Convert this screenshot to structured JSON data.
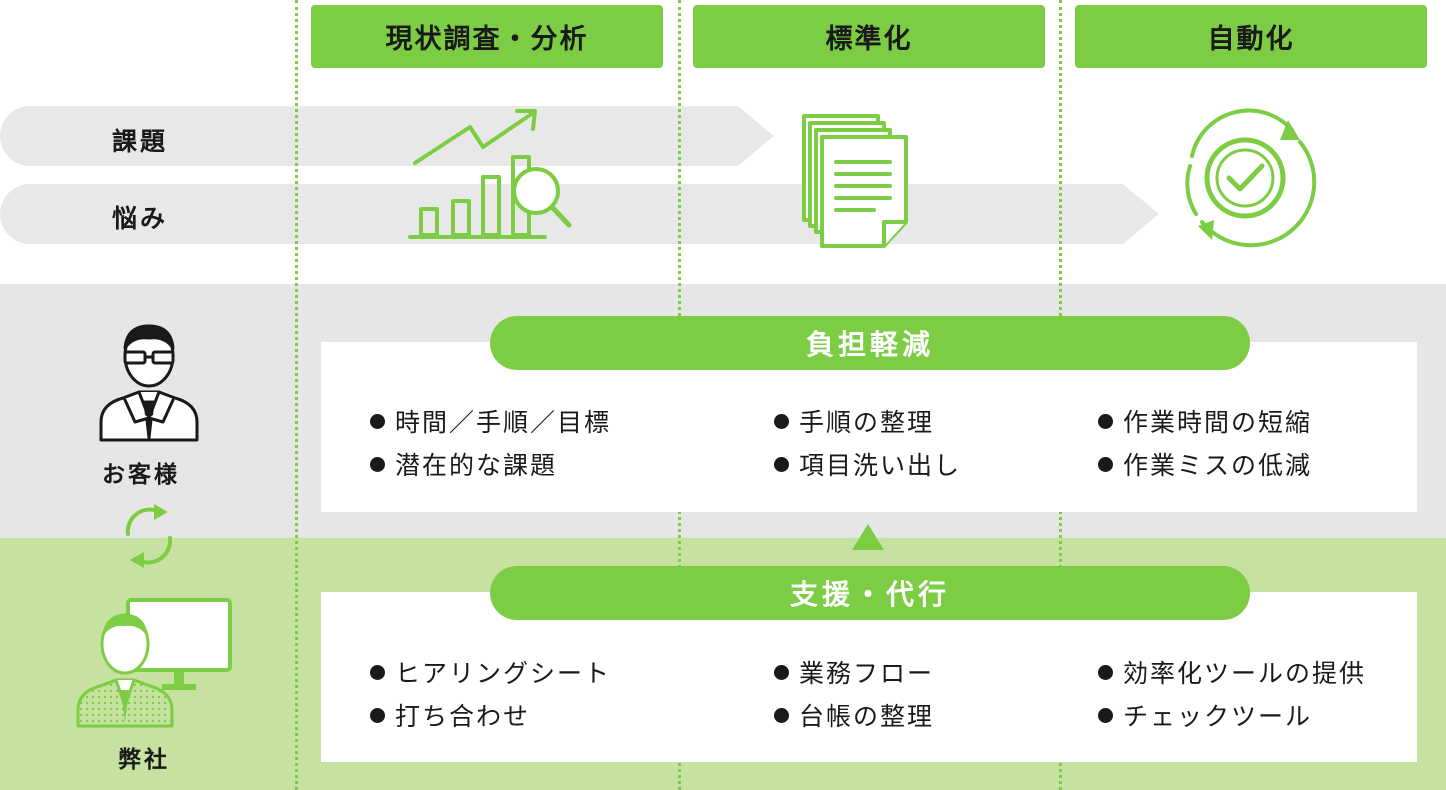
{
  "phases": [
    "現状調査・分析",
    "標準化",
    "自動化"
  ],
  "issues": [
    "課題",
    "悩み"
  ],
  "customer": {
    "label": "お客様",
    "pill": "負担軽減",
    "columns": [
      [
        "時間／手順／目標",
        "潜在的な課題"
      ],
      [
        "手順の整理",
        "項目洗い出し"
      ],
      [
        "作業時間の短縮",
        "作業ミスの低減"
      ]
    ]
  },
  "us": {
    "label": "弊社",
    "pill": "支援・代行",
    "columns": [
      [
        "ヒアリングシート",
        "打ち合わせ"
      ],
      [
        "業務フロー",
        "台帳の整理"
      ],
      [
        "効率化ツールの提供",
        "チェックツール"
      ]
    ]
  },
  "icons": [
    "growth-chart-icon",
    "documents-icon",
    "automation-check-icon",
    "customer-person-icon",
    "cycle-icon",
    "staff-person-icon"
  ],
  "colors": {
    "accent": "#7ccd44",
    "light_green": "#c7e2a0",
    "gray_band": "#e6e6e6",
    "arrow_gray": "#e8e8e8"
  }
}
